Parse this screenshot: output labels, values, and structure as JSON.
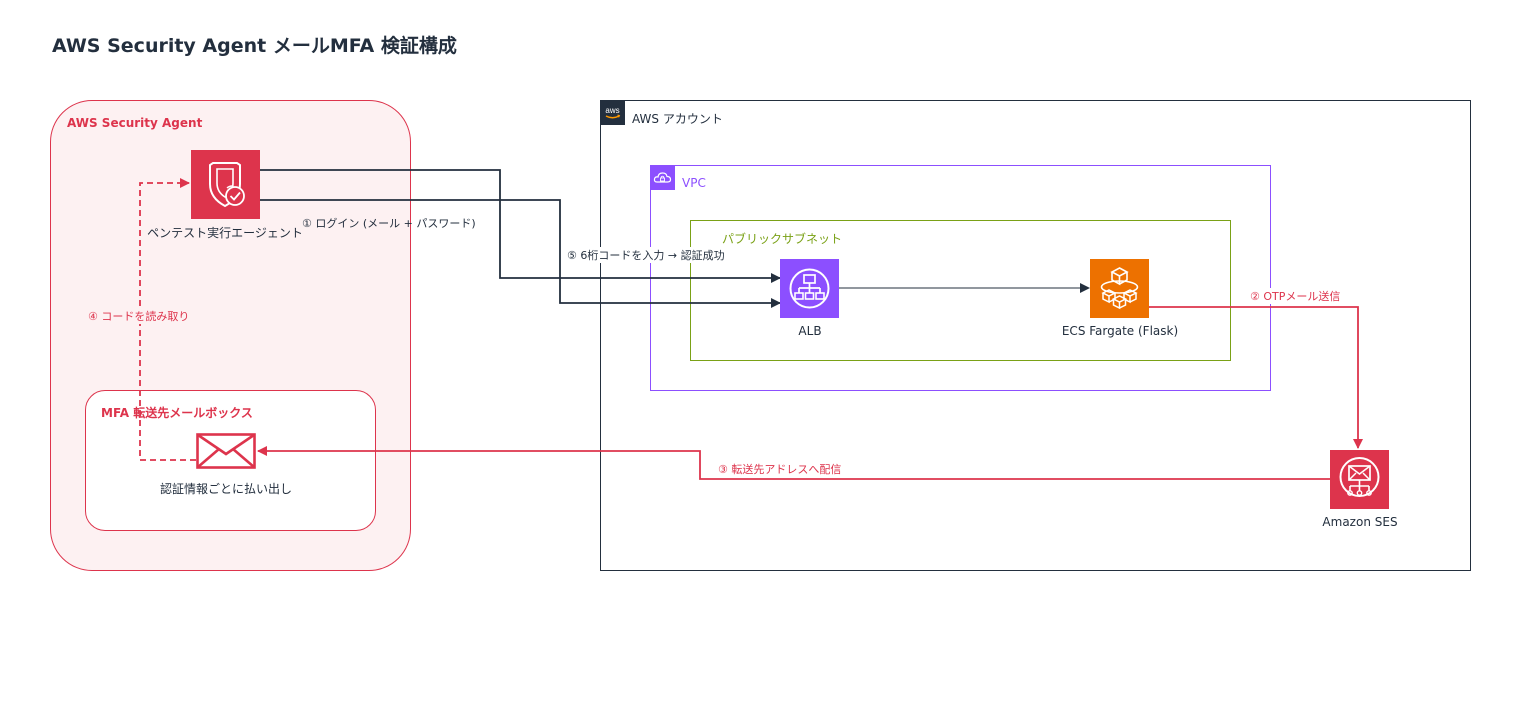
{
  "title": "AWS Security Agent メールMFA 検証構成",
  "groups": {
    "agent": "AWS Security Agent",
    "mailbox": "MFA 転送先メールボックス",
    "aws_account": "AWS アカウント",
    "vpc": "VPC",
    "subnet": "パブリックサブネット"
  },
  "nodes": {
    "pentest_agent": {
      "label": "ペンテスト実行エージェント",
      "icon": "security-agent-shield-icon"
    },
    "mail": {
      "label": "認証情報ごとに払い出し",
      "icon": "envelope-icon"
    },
    "alb": {
      "label": "ALB",
      "icon": "load-balancer-icon"
    },
    "ecs": {
      "label": "ECS Fargate (Flask)",
      "icon": "fargate-icon"
    },
    "ses": {
      "label": "Amazon SES",
      "icon": "ses-icon"
    }
  },
  "edges": {
    "login": "① ログイン (メール + パスワード)",
    "otp_send": "② OTPメール送信",
    "forward": "③ 転送先アドレスへ配信",
    "read_code": "④ コードを読み取り",
    "enter_code": "⑤ 6桁コードを入力 → 認証成功"
  },
  "colors": {
    "red": "#dd344c",
    "dark": "#232f3e",
    "purple": "#8c4fff",
    "green": "#7aa116",
    "orange": "#ed7100",
    "light_red_fill": "#fdf1f2"
  }
}
